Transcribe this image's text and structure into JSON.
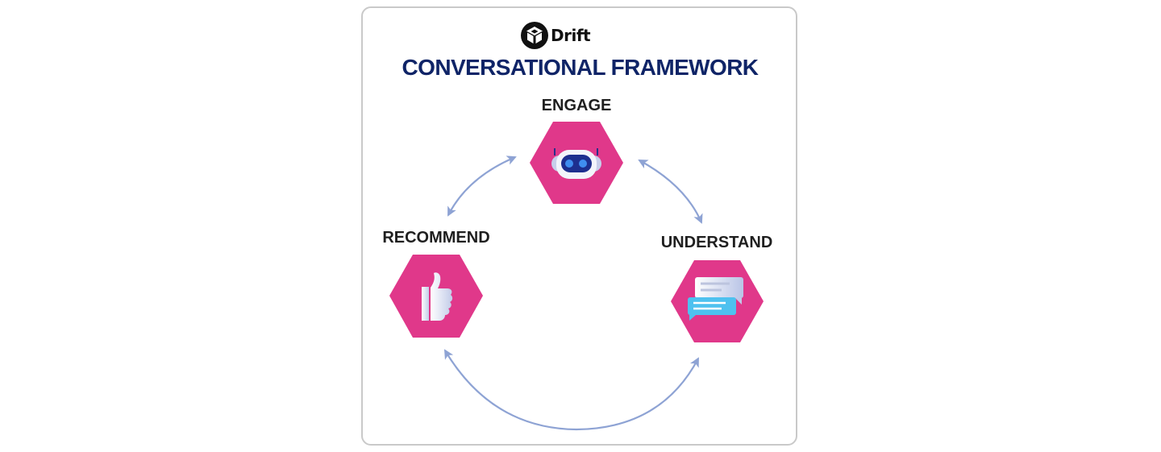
{
  "brand": {
    "name": "Drift",
    "logo_icon": "drift-logo-icon"
  },
  "title": "CONVERSATIONAL FRAMEWORK",
  "colors": {
    "hexagon": "#e0388a",
    "arrow": "#8ea3d4",
    "title": "#0f2467",
    "label": "#1f1f1f"
  },
  "stages": [
    {
      "label": "ENGAGE",
      "icon": "robot-icon"
    },
    {
      "label": "UNDERSTAND",
      "icon": "chat-bubbles-icon"
    },
    {
      "label": "RECOMMEND",
      "icon": "thumbs-up-icon"
    }
  ],
  "connections": [
    {
      "from": "ENGAGE",
      "to": "UNDERSTAND",
      "direction": "bidirectional"
    },
    {
      "from": "UNDERSTAND",
      "to": "RECOMMEND",
      "direction": "bidirectional"
    },
    {
      "from": "RECOMMEND",
      "to": "ENGAGE",
      "direction": "bidirectional"
    }
  ]
}
